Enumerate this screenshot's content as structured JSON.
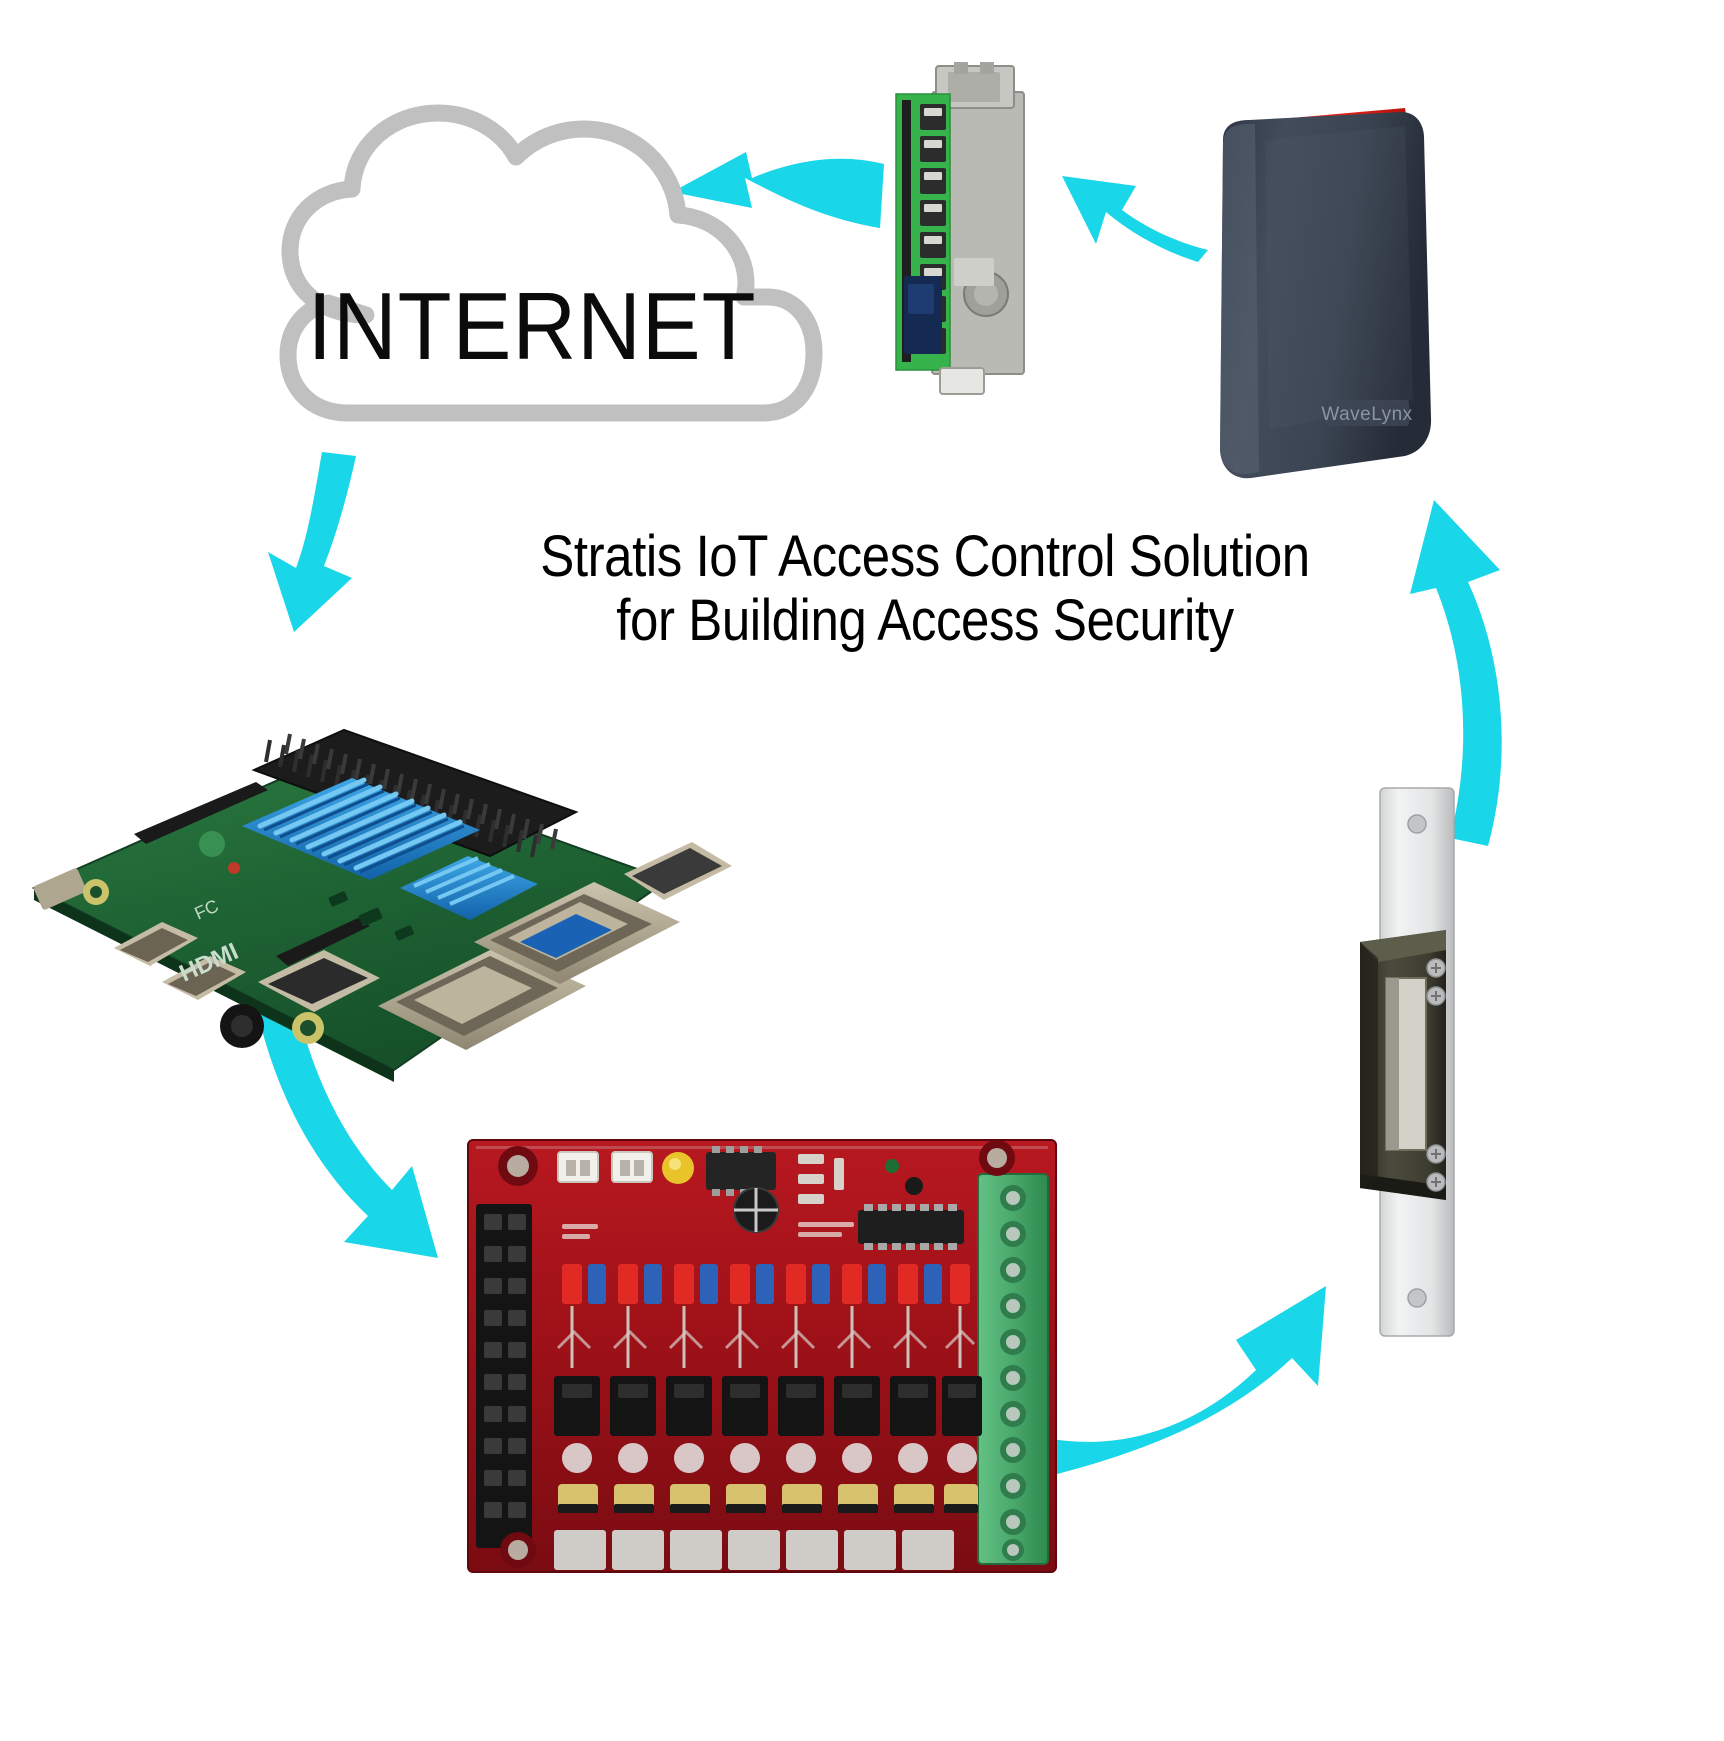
{
  "diagram": {
    "title_line_1": "Stratis IoT Access Control Solution",
    "title_line_2": "for Building Access Security",
    "cloud_label": "INTERNET",
    "arrow_color": "#19D6E9",
    "cloud_stroke_color": "#C0C0C0",
    "background_color": "#FFFFFF",
    "nodes": [
      {
        "id": "internet-cloud",
        "label": "INTERNET",
        "type": "cloud",
        "description": "Internet cloud symbol"
      },
      {
        "id": "interface-module",
        "label": "",
        "type": "device",
        "description": "Green PCB interface / Wiegand controller module with 8-position terminal block and metal shield",
        "colors": {
          "pcb": "#3DBB4E",
          "shield": "#B8B9B3",
          "terminal": "#2D2D2D"
        }
      },
      {
        "id": "card-reader",
        "label": "WaveLynx",
        "type": "device",
        "description": "Proximity card reader, dark navy body with red accent strip at top",
        "colors": {
          "body": "#3A4352",
          "accent": "#E1201B",
          "logo": "#8E97A5"
        }
      },
      {
        "id": "raspberry-pi",
        "label": "HDMI",
        "type": "device",
        "description": "Raspberry Pi single board computer with blue heatsinks, GPIO header, USB and Ethernet ports",
        "colors": {
          "pcb": "#1F6A37",
          "heatsink": "#1E78C8",
          "usb": "#B8AE9A",
          "header": "#1A1A1A"
        }
      },
      {
        "id": "relay-board",
        "label": "",
        "type": "device",
        "description": "Eight-channel red relay / driver board with green screw terminal block",
        "colors": {
          "pcb": "#A31218",
          "relay": "#1A1A1A",
          "terminal": "#4FAF72",
          "led": "#E8312B"
        }
      },
      {
        "id": "door-strike",
        "label": "",
        "type": "device",
        "description": "Electric door strike with stainless faceplate and dark keeper",
        "colors": {
          "faceplate": "#E3E5E6",
          "keeper": "#3A3A30"
        }
      }
    ],
    "arrows": [
      {
        "id": "arrow-module-to-internet",
        "from": "interface-module",
        "to": "internet-cloud",
        "direction": "left"
      },
      {
        "id": "arrow-reader-to-module",
        "from": "card-reader",
        "to": "interface-module",
        "direction": "left"
      },
      {
        "id": "arrow-internet-to-pi",
        "from": "internet-cloud",
        "to": "raspberry-pi",
        "direction": "down"
      },
      {
        "id": "arrow-pi-to-relay",
        "from": "raspberry-pi",
        "to": "relay-board",
        "direction": "down-right"
      },
      {
        "id": "arrow-relay-to-strike",
        "from": "relay-board",
        "to": "door-strike",
        "direction": "up-right"
      },
      {
        "id": "arrow-strike-to-reader",
        "from": "door-strike",
        "to": "card-reader",
        "direction": "up"
      }
    ]
  }
}
